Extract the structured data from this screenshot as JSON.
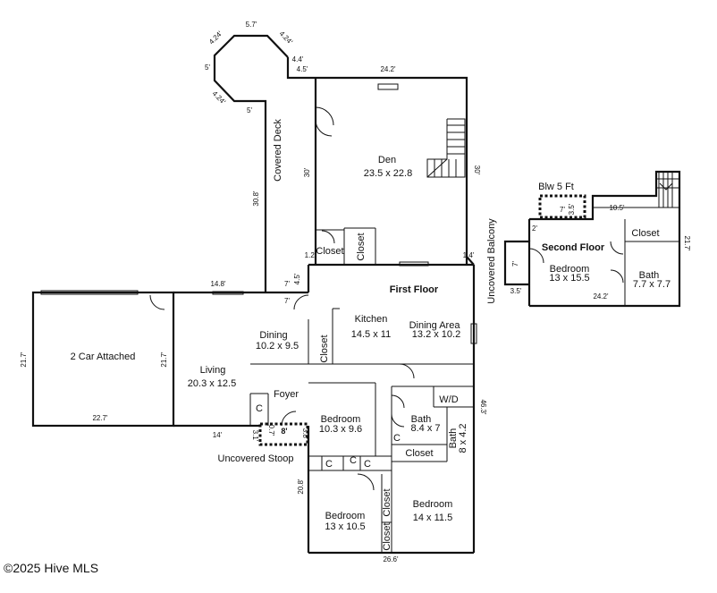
{
  "copyright": "©2025 Hive MLS",
  "floors": {
    "first": "First Floor",
    "second": "Second Floor"
  },
  "rooms": {
    "den_name": "Den",
    "den_size": "23.5 x 22.8",
    "garage": "2 Car Attached",
    "dining_name": "Dining",
    "dining_size": "10.2 x 9.5",
    "kitchen_name": "Kitchen",
    "kitchen_size": "14.5 x 11",
    "dining_area_name": "Dining Area",
    "dining_area_size": "13.2 x 10.2",
    "living_name": "Living",
    "living_size": "20.3 x 12.5",
    "foyer": "Foyer",
    "bed1_name": "Bedroom",
    "bed1_size": "10.3 x 9.6",
    "bath1_name": "Bath",
    "bath1_size": "8.4 x 7",
    "wd": "W/D",
    "bath2_name": "Bath",
    "bath2_size": "8 x 4.2",
    "bed2_name": "Bedroom",
    "bed2_size": "14 x 11.5",
    "bed3_name": "Bedroom",
    "bed3_size": "13 x 10.5",
    "sf_bed_name": "Bedroom",
    "sf_bed_size": "13 x 15.5",
    "sf_bath_name": "Bath",
    "sf_bath_size": "7.7 x 7.7"
  },
  "labels": {
    "covered_deck": "Covered Deck",
    "uncovered_balcony": "Uncovered Balcony",
    "uncovered_stoop": "Uncovered Stoop",
    "blw": "Blw 5 Ft",
    "closet": "Closet",
    "c": "C"
  },
  "dims": {
    "oct_top": "5.7'",
    "oct_tl": "4.24'",
    "oct_tr": "4.24'",
    "oct_l": "5'",
    "oct_bl": "4.24'",
    "oct_b": "5'",
    "oct_r1": "4.4'",
    "oct_r2": "4.5'",
    "den_top": "24.2'",
    "den_left": "30'",
    "den_right": "30'",
    "deck_side": "30.8'",
    "deck_bottom": "14.8'",
    "v_12": "1.2'",
    "v_14": "1.4'",
    "v_45": "4.5'",
    "v_7a": "7'",
    "v_7b": "7'",
    "gar_left": "21.7'",
    "gar_right": "21.7'",
    "gar_bottom": "22.7'",
    "liv_bottom": "14'",
    "stoop_8": "8'",
    "stoop_31": "3.1'",
    "stoop_07": "0.7'",
    "stoop_38": "3.8'",
    "v_208": "20.8'",
    "v_463": "46.3'",
    "bottom_266": "26.6'",
    "sf_7": "7'",
    "sf_35a": "3.5'",
    "sf_2": "2'",
    "sf_105": "10.5'",
    "sf_7b": "7'",
    "sf_35b": "3.5'",
    "sf_242": "24.2'",
    "sf_217": "21.7'"
  }
}
